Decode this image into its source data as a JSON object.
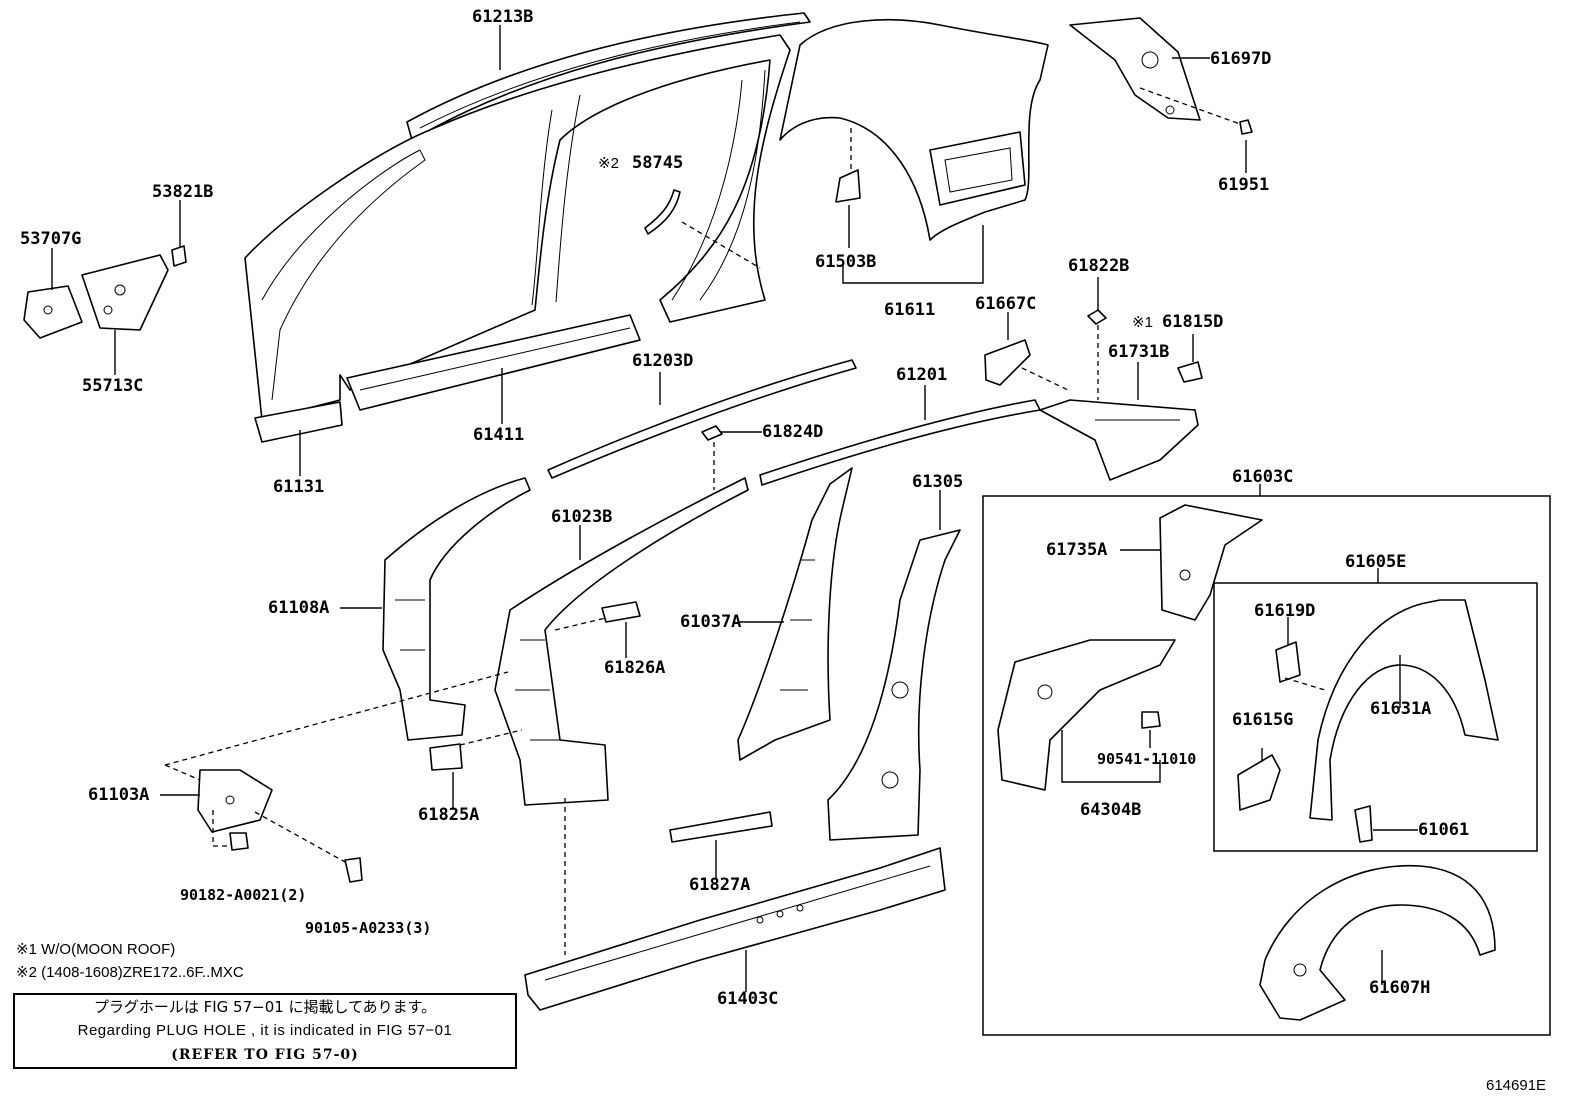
{
  "labels": {
    "p61213B": "61213B",
    "p61697D": "61697D",
    "p61951": "61951",
    "p58745": "58745",
    "p53821B": "53821B",
    "p53707G": "53707G",
    "p55713C": "55713C",
    "p61503B": "61503B",
    "p61611": "61611",
    "p61822B": "61822B",
    "p61667C": "61667C",
    "p61815D": "61815D",
    "p61731B": "61731B",
    "p61203D": "61203D",
    "p61201": "61201",
    "p61411": "61411",
    "p61131": "61131",
    "p61824D": "61824D",
    "p61305": "61305",
    "p61603C": "61603C",
    "p61023B": "61023B",
    "p61735A": "61735A",
    "p61605E": "61605E",
    "p61108A": "61108A",
    "p61037A": "61037A",
    "p61619D": "61619D",
    "p61826A": "61826A",
    "p61631A": "61631A",
    "p61615G": "61615G",
    "p90541": "90541-11010",
    "p61103A": "61103A",
    "p61825A": "61825A",
    "p64304B": "64304B",
    "p61061": "61061",
    "p61827A": "61827A",
    "p90182": "90182-A0021(2)",
    "p90105": "90105-A0233(3)",
    "p61403C": "61403C",
    "p61607H": "61607H"
  },
  "marks": {
    "mark1": "※1",
    "mark2": "※2"
  },
  "notes": {
    "note1": "※1 W/O(MOON ROOF)",
    "note2": "※2 (1408-1608)ZRE172..6F..MXC"
  },
  "reference_box": {
    "line_jp": "プラグホールは FIG 57−01 に掲載してあります。",
    "line_en": "Regarding  PLUG  HOLE , it is indicated in  FIG  57−01",
    "line_refer": "(REFER TO FIG 57-0)"
  },
  "figure_id": "614691E"
}
